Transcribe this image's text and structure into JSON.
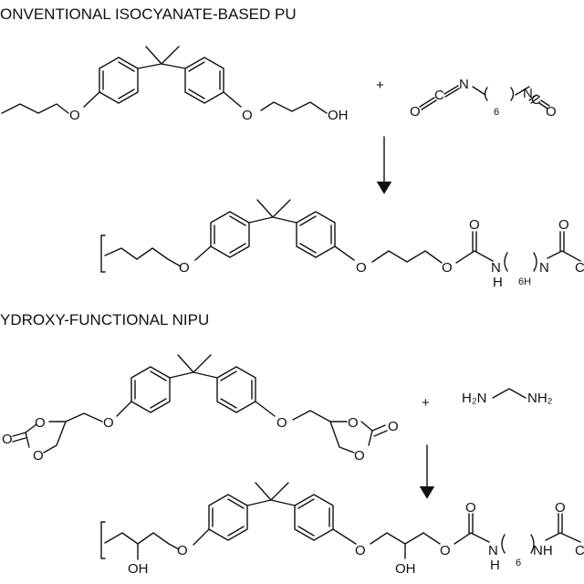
{
  "sections": {
    "conventional_title": "ONVENTIONAL ISOCYANATE-BASED PU",
    "nipu_title": "YDROXY-FUNCTIONAL NIPU"
  },
  "atoms": {
    "O": "O",
    "OH": "OH",
    "N": "N",
    "NH": "NH",
    "H": "H",
    "C": "C",
    "H2N": "H₂N",
    "NH2": "NH₂",
    "sub_6": "6",
    "sub_6H": "6H"
  },
  "operators": {
    "plus": "+"
  }
}
